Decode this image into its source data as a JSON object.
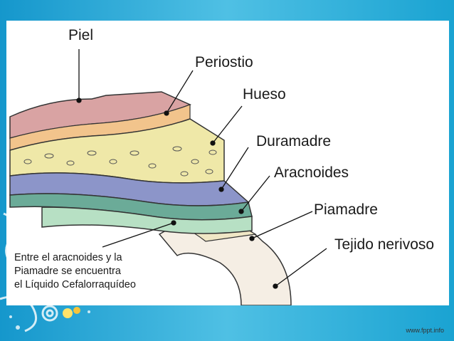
{
  "labels": {
    "piel": "Piel",
    "periostio": "Periostio",
    "hueso": "Hueso",
    "duramadre": "Duramadre",
    "aracnoides": "Aracnoides",
    "piamadre": "Piamadre",
    "tejido": "Tejido nerivoso"
  },
  "note": {
    "line1": "Entre el aracnoides y la",
    "line2": "Piamadre se encuentra",
    "line3": "el Líquido Cefalorraquídeo"
  },
  "credit": "www.fppt.info",
  "colors": {
    "background": "#1ba3d3",
    "skin": "#d9a3a3",
    "periosteum": "#f2c48c",
    "bone": "#efe8a8",
    "dura": "#8c95c9",
    "arachnoid": "#6bab98",
    "pia": "#b7e0c4",
    "nerve_tissue": "#f5eee4"
  }
}
